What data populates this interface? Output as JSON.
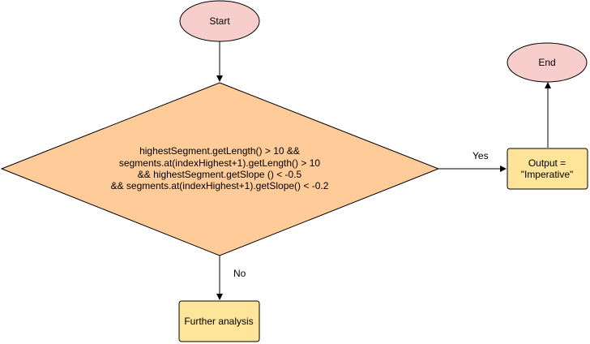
{
  "colors": {
    "terminal_fill": "#f8cecc",
    "decision_fill": "#ffcc99",
    "process_fill": "#ffe599",
    "stroke": "#000000",
    "process_stroke": "#d6b656"
  },
  "nodes": {
    "start": {
      "label": "Start"
    },
    "end": {
      "label": "End"
    },
    "decision": {
      "lines": [
        "highestSegment.getLength() > 10 &&",
        "segments.at(indexHighest+1).getLength() > 10",
        "&& highestSegment.getSlope () < -0.5",
        "&& segments.at(indexHighest+1).getSlope() < -0.2"
      ]
    },
    "output": {
      "lines": [
        "Output =",
        "\"Imperative\""
      ]
    },
    "further": {
      "label": "Further analysis"
    }
  },
  "edges": {
    "yes_label": "Yes",
    "no_label": "No"
  }
}
